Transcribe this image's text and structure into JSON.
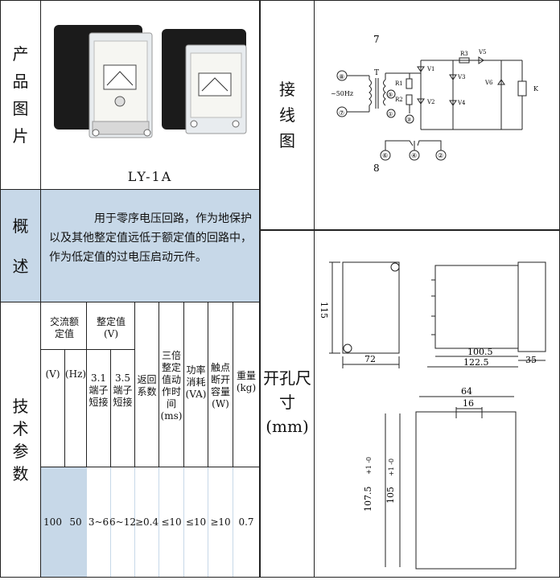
{
  "product_section": {
    "label": "产品图片",
    "model_caption": "LY-1A"
  },
  "summary_section": {
    "label": "概述",
    "text": "用于零序电压回路，作为地保护以及其他整定值远低于额定值的回路中，作为低定值的过电压启动元件。"
  },
  "tech_section": {
    "label": "技术参数",
    "headers": {
      "rated_group": "交流额定值",
      "setting_group": "整定值(V)",
      "v": "(V)",
      "hz": "(Hz)",
      "s1": "3.1端子短接",
      "s2": "3.5端子短接",
      "return": "返回系数",
      "triple": "三倍整定值动作时间(ms)",
      "power": "功率消耗(VA)",
      "contact": "触点断开容量(W)",
      "weight": "重量(kg)"
    },
    "values": [
      "100",
      "50",
      "3~6",
      "6~12",
      "≥0.4",
      "≤10",
      "≤10",
      "≥10",
      "0.7"
    ]
  },
  "wiring_section": {
    "label": "接线图",
    "top_label": "7",
    "bottom_label": "8",
    "terminals": [
      "⑧",
      "⑦",
      "⑤",
      "①",
      "③",
      "⑥",
      "④",
      "②"
    ],
    "components": {
      "transformer": "T",
      "source": "~50Hz",
      "r1": "R1",
      "r2": "R2",
      "r3": "R3",
      "v1": "V1",
      "v2": "V2",
      "v3": "V3",
      "v4": "V4",
      "v5": "V5",
      "v6": "V6",
      "relay": "K"
    }
  },
  "cutout_section": {
    "label": "开孔尺寸(mm)",
    "dims": {
      "height": "115",
      "width": "72",
      "depth1": "100.5",
      "depth2": "122.5",
      "front": "35",
      "hole_w": "64",
      "slot_w": "16",
      "hole_h1": "107.5",
      "hole_h1_tol": "+1 -0",
      "hole_h2": "105",
      "hole_h2_tol": "+1 -0"
    }
  }
}
